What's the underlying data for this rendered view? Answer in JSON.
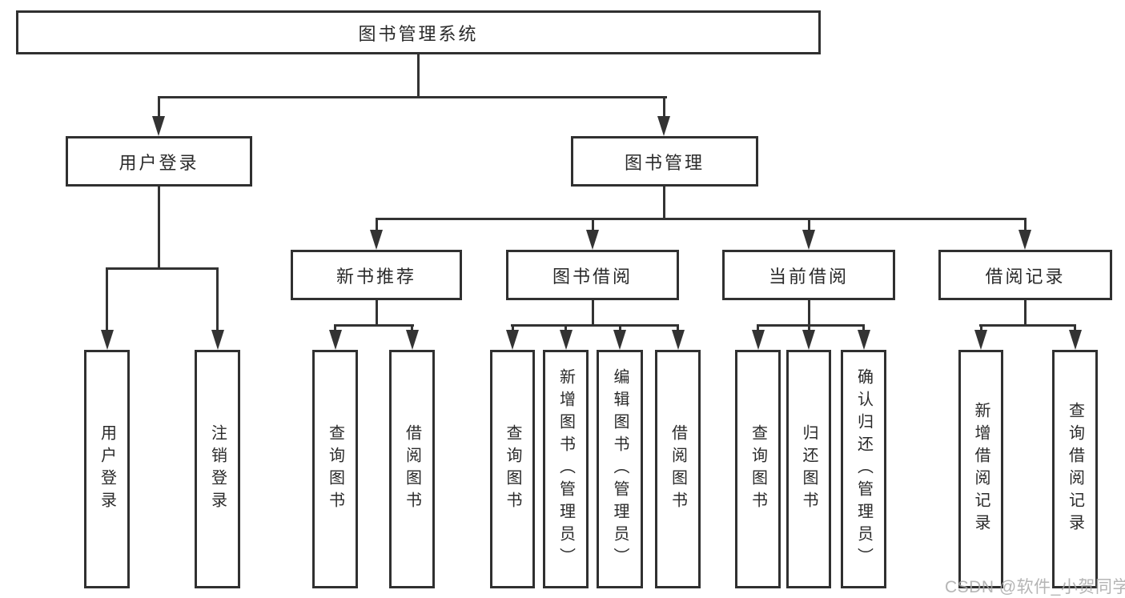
{
  "diagram": {
    "title": "图书管理系统",
    "root": {
      "label": "图书管理系统"
    },
    "level2": [
      {
        "label": "用户登录"
      },
      {
        "label": "图书管理"
      }
    ],
    "level3": [
      {
        "label": "新书推荐"
      },
      {
        "label": "图书借阅"
      },
      {
        "label": "当前借阅"
      },
      {
        "label": "借阅记录"
      }
    ],
    "leaves": {
      "user_login": [
        {
          "label": "用户登录"
        },
        {
          "label": "注销登录"
        }
      ],
      "new_book": [
        {
          "label": "查询图书"
        },
        {
          "label": "借阅图书"
        }
      ],
      "book_borrow": [
        {
          "label": "查询图书"
        },
        {
          "label": "新增图书（管理员）"
        },
        {
          "label": "编辑图书（管理员）"
        },
        {
          "label": "借阅图书"
        }
      ],
      "current_borrow": [
        {
          "label": "查询图书"
        },
        {
          "label": "归还图书"
        },
        {
          "label": "确认归还（管理员）"
        }
      ],
      "borrow_record": [
        {
          "label": "新增借阅记录"
        },
        {
          "label": "查询借阅记录"
        }
      ]
    },
    "colors": {
      "line": "#333333",
      "border": "#303030",
      "text": "#2a2a2a",
      "watermark": "#a8a8a8"
    },
    "watermark": "CSDN @软件_小贺同学"
  }
}
